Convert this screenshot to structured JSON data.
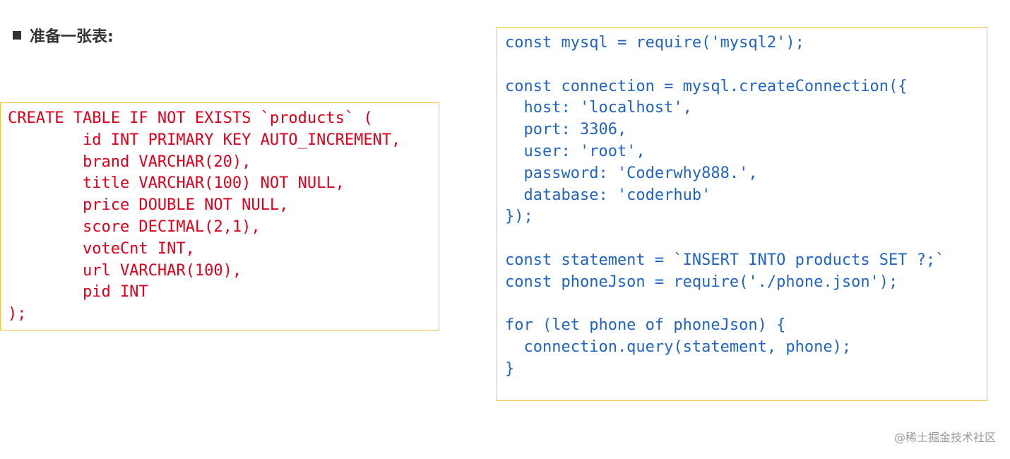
{
  "heading": {
    "text": "准备一张表:"
  },
  "sql_code": {
    "lines": [
      "CREATE TABLE IF NOT EXISTS `products` (",
      "        id INT PRIMARY KEY AUTO_INCREMENT,",
      "        brand VARCHAR(20),",
      "        title VARCHAR(100) NOT NULL,",
      "        price DOUBLE NOT NULL,",
      "        score DECIMAL(2,1),",
      "        voteCnt INT,",
      "        url VARCHAR(100),",
      "        pid INT",
      ");"
    ]
  },
  "js_code": {
    "lines": [
      "const mysql = require('mysql2');",
      "",
      "const connection = mysql.createConnection({",
      "  host: 'localhost',",
      "  port: 3306,",
      "  user: 'root',",
      "  password: 'Coderwhy888.',",
      "  database: 'coderhub'",
      "});",
      "",
      "const statement = `INSERT INTO products SET ?;`",
      "const phoneJson = require('./phone.json');",
      "",
      "for (let phone of phoneJson) {",
      "  connection.query(statement, phone);",
      "}"
    ]
  },
  "watermark": {
    "text": "@稀土掘金技术社区"
  },
  "colors": {
    "heading": "#333333",
    "sql_text": "#e0001b",
    "js_text": "#1f64c2",
    "box_border": "#f2c230",
    "watermark": "#9a9a9a"
  }
}
